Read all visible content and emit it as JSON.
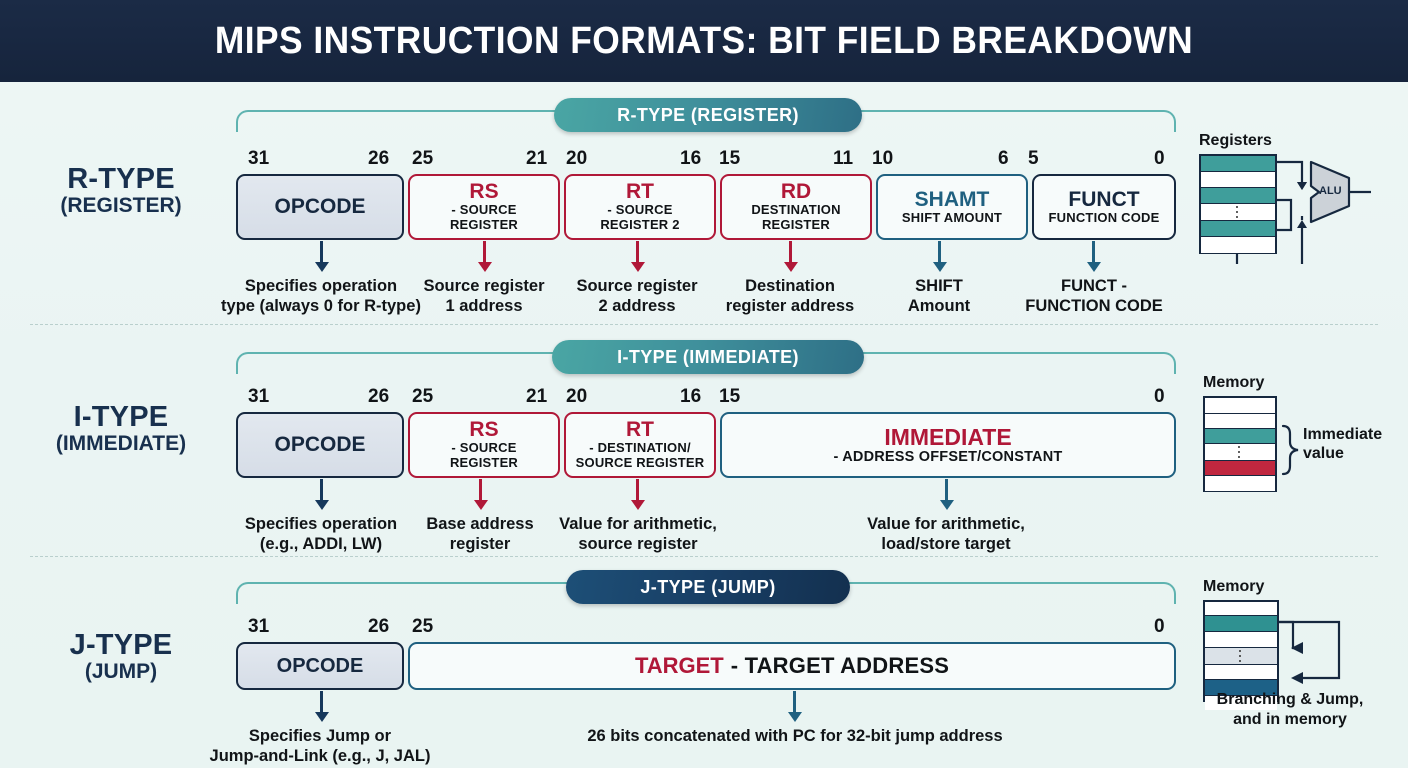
{
  "header": {
    "title": "MIPS INSTRUCTION FORMATS: BIT FIELD BREAKDOWN"
  },
  "sections": [
    {
      "id": "r-type",
      "badge": "R-TYPE (REGISTER)",
      "row_label_line1": "R-TYPE",
      "row_label_line2": "(REGISTER)",
      "bits": [
        "31",
        "26",
        "25",
        "21",
        "20",
        "16",
        "15",
        "11",
        "10",
        "6",
        "5",
        "0"
      ],
      "fields": [
        {
          "name": "OPCODE",
          "sub": "",
          "style": "opcode"
        },
        {
          "name": "RS",
          "sub": "- SOURCE\nREGISTER",
          "style": "crimson"
        },
        {
          "name": "RT",
          "sub": "- SOURCE\nREGISTER 2",
          "style": "crimson"
        },
        {
          "name": "RD",
          "sub": "DESTINATION\nREGISTER",
          "style": "crimson"
        },
        {
          "name": "SHAMT",
          "sub": "SHIFT AMOUNT",
          "style": "teal"
        },
        {
          "name": "FUNCT",
          "sub": "FUNCTION CODE",
          "style": "navy"
        }
      ],
      "captions": [
        "Specifies operation\ntype (always 0 for R-type)",
        "Source register\n1 address",
        "Source register\n2 address",
        "Destination\nregister address",
        "SHIFT\nAmount",
        "FUNCT -\nFUNCTION CODE"
      ],
      "mini_title": "Registers",
      "mini_alu_label": "ALU",
      "mini_caption": ""
    },
    {
      "id": "i-type",
      "badge": "I-TYPE (IMMEDIATE)",
      "row_label_line1": "I-TYPE",
      "row_label_line2": "(IMMEDIATE)",
      "bits": [
        "31",
        "26",
        "25",
        "21",
        "20",
        "16",
        "15",
        "0"
      ],
      "fields": [
        {
          "name": "OPCODE",
          "sub": "",
          "style": "opcode"
        },
        {
          "name": "RS",
          "sub": "- SOURCE\nREGISTER",
          "style": "crimson"
        },
        {
          "name": "RT",
          "sub": "- DESTINATION/\nSOURCE REGISTER",
          "style": "crimson"
        },
        {
          "name": "IMMEDIATE",
          "sub": "- ADDRESS OFFSET/CONSTANT",
          "style": "teal"
        }
      ],
      "captions": [
        "Specifies operation\n(e.g., ADDI, LW)",
        "Base address\nregister",
        "Value for arithmetic,\nsource register",
        "Value for arithmetic,\nload/store target"
      ],
      "mini_title": "Memory",
      "mini_brace_label": "Immediate\nvalue",
      "mini_caption": ""
    },
    {
      "id": "j-type",
      "badge": "J-TYPE (JUMP)",
      "row_label_line1": "J-TYPE",
      "row_label_line2": "(JUMP)",
      "bits": [
        "31",
        "26",
        "25",
        "0"
      ],
      "fields": [
        {
          "name": "OPCODE",
          "sub": "",
          "style": "opcode"
        },
        {
          "name": "TARGET",
          "sub": "- TARGET ADDRESS",
          "style": "teal"
        }
      ],
      "captions": [
        "Specifies Jump or\nJump-and-Link (e.g., J, JAL)",
        "26 bits concatenated with PC for 32-bit jump address"
      ],
      "mini_title": "Memory",
      "mini_caption": "Branching & Jump,\nand in memory"
    }
  ],
  "colors": {
    "header_bg": "#16243c",
    "page_bg": "#eef6f4",
    "teal": "#3f8f9b",
    "crimson": "#b01838",
    "navy": "#16283f",
    "steel": "#1f6080"
  }
}
